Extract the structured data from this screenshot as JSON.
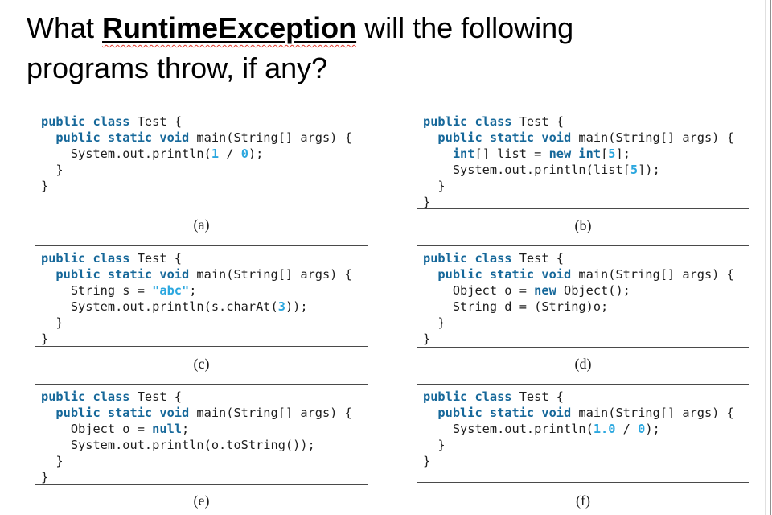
{
  "title": {
    "line1_pre": "What ",
    "keyword": "RuntimeException",
    "line1_post": " will the following",
    "line2": "programs throw, if any?"
  },
  "colors": {
    "kw": "#16689a",
    "lit": "#2ba7df",
    "code": "#1d1d1d",
    "border": "#4a4a4a",
    "squiggle": "#e23b2e",
    "edge": "#8f8f8f"
  },
  "boxes": [
    {
      "label": "(a)",
      "lines": [
        [
          {
            "t": "public class",
            "c": "k"
          },
          {
            "t": " Test {",
            "c": "p"
          }
        ],
        [
          {
            "t": "  ",
            "c": "p"
          },
          {
            "t": "public static void",
            "c": "k"
          },
          {
            "t": " main(String[] args) {",
            "c": "p"
          }
        ],
        [
          {
            "t": "    System.out.println(",
            "c": "p"
          },
          {
            "t": "1",
            "c": "l"
          },
          {
            "t": " / ",
            "c": "p"
          },
          {
            "t": "0",
            "c": "l"
          },
          {
            "t": ");",
            "c": "p"
          }
        ],
        [
          {
            "t": "  }",
            "c": "p"
          }
        ],
        [
          {
            "t": "}",
            "c": "p"
          }
        ]
      ]
    },
    {
      "label": "(b)",
      "lines": [
        [
          {
            "t": "public class",
            "c": "k"
          },
          {
            "t": " Test {",
            "c": "p"
          }
        ],
        [
          {
            "t": "  ",
            "c": "p"
          },
          {
            "t": "public static void",
            "c": "k"
          },
          {
            "t": " main(String[] args) {",
            "c": "p"
          }
        ],
        [
          {
            "t": "    ",
            "c": "p"
          },
          {
            "t": "int",
            "c": "k"
          },
          {
            "t": "[] list = ",
            "c": "p"
          },
          {
            "t": "new int",
            "c": "k"
          },
          {
            "t": "[",
            "c": "p"
          },
          {
            "t": "5",
            "c": "l"
          },
          {
            "t": "];",
            "c": "p"
          }
        ],
        [
          {
            "t": "    System.out.println(list[",
            "c": "p"
          },
          {
            "t": "5",
            "c": "l"
          },
          {
            "t": "]);",
            "c": "p"
          }
        ],
        [
          {
            "t": "  }",
            "c": "p"
          }
        ],
        [
          {
            "t": "}",
            "c": "p"
          }
        ]
      ]
    },
    {
      "label": "(c)",
      "lines": [
        [
          {
            "t": "public class",
            "c": "k"
          },
          {
            "t": " Test {",
            "c": "p"
          }
        ],
        [
          {
            "t": "  ",
            "c": "p"
          },
          {
            "t": "public static void",
            "c": "k"
          },
          {
            "t": " main(String[] args) {",
            "c": "p"
          }
        ],
        [
          {
            "t": "    String s = ",
            "c": "p"
          },
          {
            "t": "\"abc\"",
            "c": "l"
          },
          {
            "t": ";",
            "c": "p"
          }
        ],
        [
          {
            "t": "    System.out.println(s.charAt(",
            "c": "p"
          },
          {
            "t": "3",
            "c": "l"
          },
          {
            "t": "));",
            "c": "p"
          }
        ],
        [
          {
            "t": "  }",
            "c": "p"
          }
        ],
        [
          {
            "t": "}",
            "c": "p"
          }
        ]
      ]
    },
    {
      "label": "(d)",
      "lines": [
        [
          {
            "t": "public class",
            "c": "k"
          },
          {
            "t": " Test {",
            "c": "p"
          }
        ],
        [
          {
            "t": "  ",
            "c": "p"
          },
          {
            "t": "public static void",
            "c": "k"
          },
          {
            "t": " main(String[] args) {",
            "c": "p"
          }
        ],
        [
          {
            "t": "    Object o = ",
            "c": "p"
          },
          {
            "t": "new",
            "c": "k"
          },
          {
            "t": " Object();",
            "c": "p"
          }
        ],
        [
          {
            "t": "    String d = (String)o;",
            "c": "p"
          }
        ],
        [
          {
            "t": "  }",
            "c": "p"
          }
        ],
        [
          {
            "t": "}",
            "c": "p"
          }
        ]
      ]
    },
    {
      "label": "(e)",
      "lines": [
        [
          {
            "t": "public class",
            "c": "k"
          },
          {
            "t": " Test {",
            "c": "p"
          }
        ],
        [
          {
            "t": "  ",
            "c": "p"
          },
          {
            "t": "public static void",
            "c": "k"
          },
          {
            "t": " main(String[] args) {",
            "c": "p"
          }
        ],
        [
          {
            "t": "    Object o = ",
            "c": "p"
          },
          {
            "t": "null",
            "c": "k"
          },
          {
            "t": ";",
            "c": "p"
          }
        ],
        [
          {
            "t": "    System.out.println(o.toString());",
            "c": "p"
          }
        ],
        [
          {
            "t": "  }",
            "c": "p"
          }
        ],
        [
          {
            "t": "}",
            "c": "p"
          }
        ]
      ]
    },
    {
      "label": "(f)",
      "lines": [
        [
          {
            "t": "public class",
            "c": "k"
          },
          {
            "t": " Test {",
            "c": "p"
          }
        ],
        [
          {
            "t": "  ",
            "c": "p"
          },
          {
            "t": "public static void",
            "c": "k"
          },
          {
            "t": " main(String[] args) {",
            "c": "p"
          }
        ],
        [
          {
            "t": "    System.out.println(",
            "c": "p"
          },
          {
            "t": "1.0",
            "c": "l"
          },
          {
            "t": " / ",
            "c": "p"
          },
          {
            "t": "0",
            "c": "l"
          },
          {
            "t": ");",
            "c": "p"
          }
        ],
        [
          {
            "t": "  }",
            "c": "p"
          }
        ],
        [
          {
            "t": "}",
            "c": "p"
          }
        ]
      ]
    }
  ]
}
